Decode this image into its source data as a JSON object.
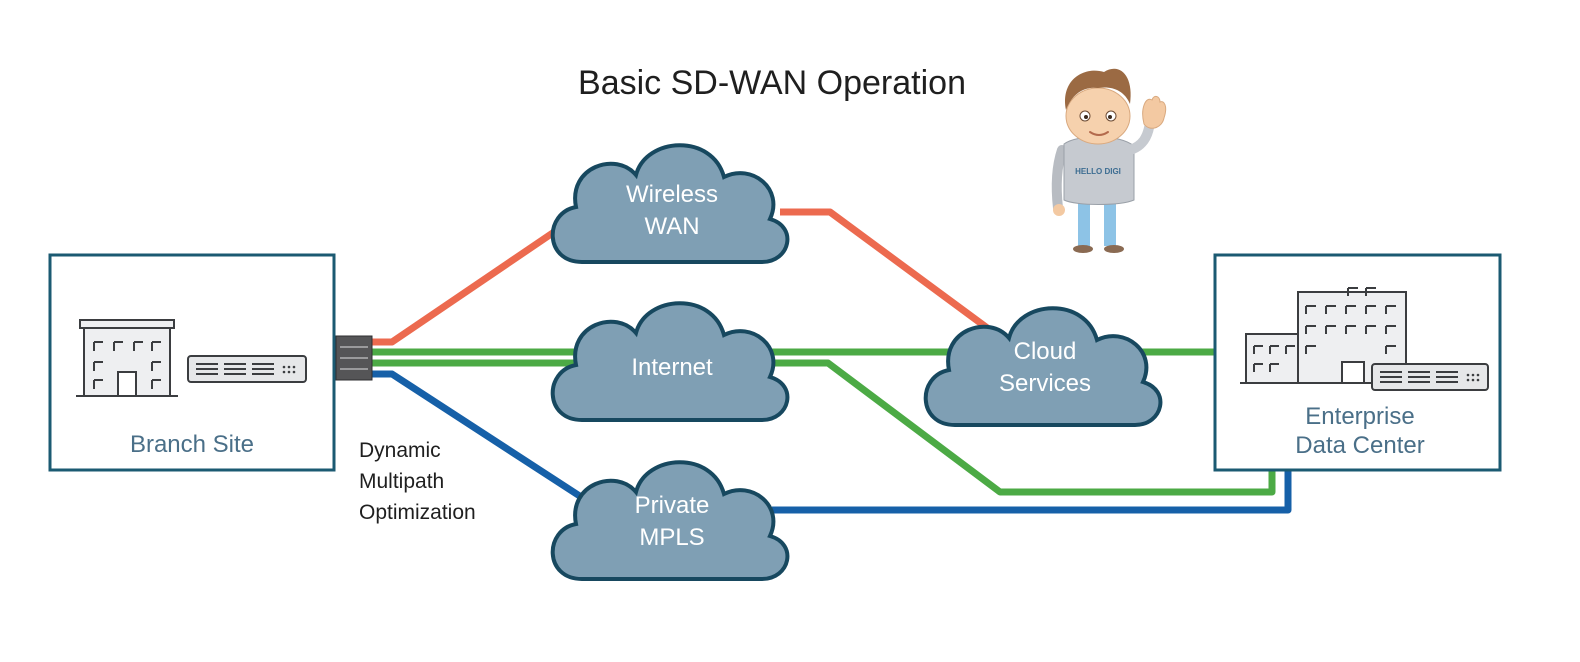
{
  "title": "Basic SD-WAN Operation",
  "branch": {
    "label": "Branch Site"
  },
  "datacenter": {
    "label_lines": [
      "Enterprise",
      "Data Center"
    ]
  },
  "optimizer": {
    "label_lines": [
      "Dynamic",
      "Multipath",
      "Optimization"
    ]
  },
  "clouds": {
    "wireless": {
      "lines": [
        "Wireless",
        "WAN"
      ]
    },
    "internet": {
      "lines": [
        "Internet"
      ]
    },
    "mpls": {
      "lines": [
        "Private",
        "MPLS"
      ]
    },
    "cloud_services": {
      "lines": [
        "Cloud",
        "Services"
      ]
    }
  },
  "mascot": {
    "shirt_text": "HELLO DIGI"
  },
  "colors": {
    "wireless_link": "#ec6a4f",
    "internet_link": "#4caa45",
    "mpls_link": "#1660a8",
    "cloud_fill": "#7f9fb4",
    "cloud_stroke": "#17485f",
    "box_stroke": "#1b5a72",
    "label_text": "#4a6f88"
  }
}
